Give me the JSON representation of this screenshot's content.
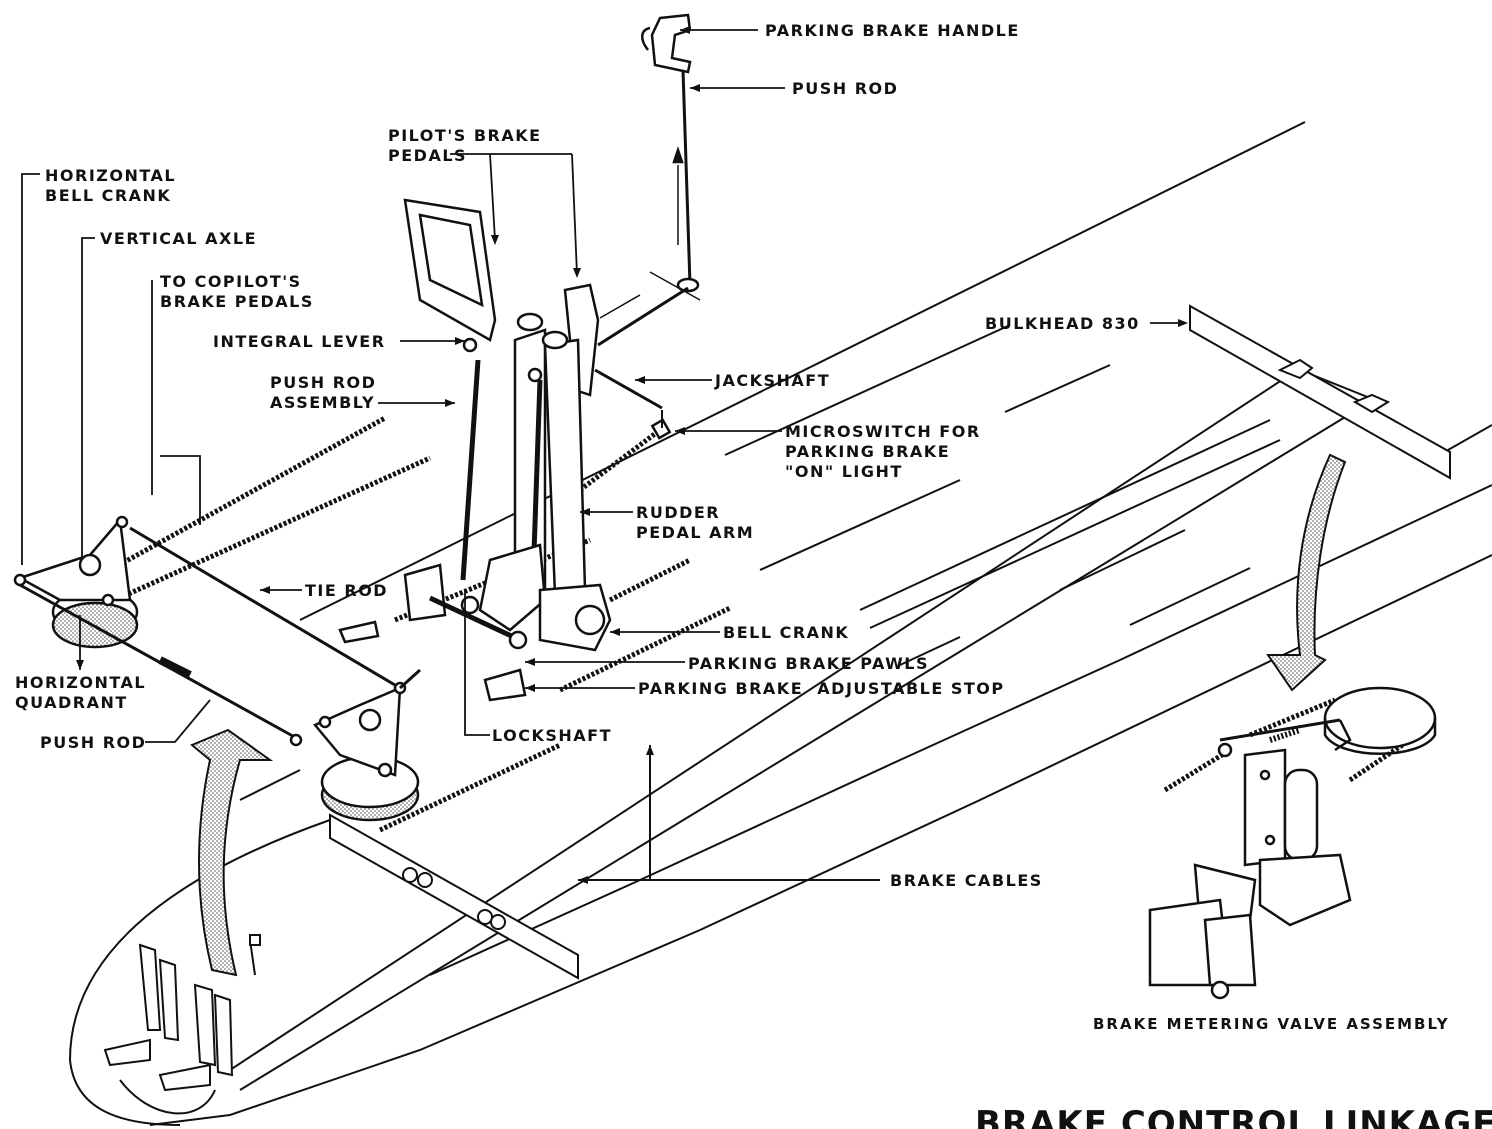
{
  "title": "BRAKE CONTROL LINKAGE",
  "caption": "BRAKE METERING VALVE ASSEMBLY",
  "labels": {
    "parking_brake_handle": "PARKING BRAKE HANDLE",
    "push_rod_top": "PUSH ROD",
    "pilots_brake_pedals_1": "PILOT'S BRAKE",
    "pilots_brake_pedals_2": "PEDALS",
    "horizontal_bell_crank_1": "HORIZONTAL",
    "horizontal_bell_crank_2": "BELL CRANK",
    "vertical_axle": "VERTICAL AXLE",
    "to_copilots_1": "TO COPILOT'S",
    "to_copilots_2": "BRAKE PEDALS",
    "integral_lever": "INTEGRAL LEVER",
    "push_rod_assembly_1": "PUSH ROD",
    "push_rod_assembly_2": "ASSEMBLY",
    "jackshaft": "JACKSHAFT",
    "bulkhead": "BULKHEAD 830",
    "microswitch_1": "MICROSWITCH FOR",
    "microswitch_2": "PARKING BRAKE",
    "microswitch_3": "\"ON\" LIGHT",
    "rudder_pedal_arm_1": "RUDDER",
    "rudder_pedal_arm_2": "PEDAL ARM",
    "tie_rod": "TIE ROD",
    "bell_crank": "BELL CRANK",
    "parking_brake_pawls": "PARKING BRAKE PAWLS",
    "adjustable_stop": "PARKING BRAKE  ADJUSTABLE STOP",
    "horizontal_quadrant_1": "HORIZONTAL",
    "horizontal_quadrant_2": "QUADRANT",
    "push_rod_left": "PUSH ROD",
    "lockshaft": "LOCKSHAFT",
    "brake_cables": "BRAKE CABLES"
  }
}
